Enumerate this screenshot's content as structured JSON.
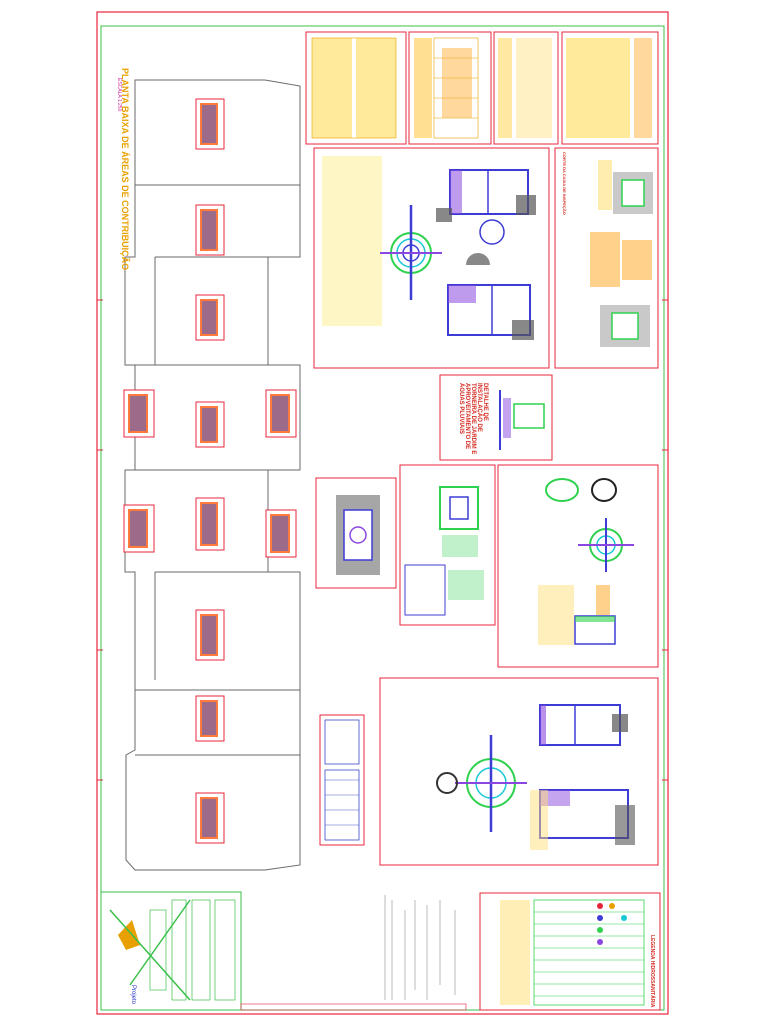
{
  "drawing": {
    "title": "PLANTA BAIXA DE ÁREAS DE CONTRIBUIÇÃO",
    "title_scale": "ESCALA 1:250",
    "detail_title": "DETALHE DE INSTALAÇÃO DE TORNEIRA DE JARDIM E APROVEITAMENTO DE ÁGUAS PLUVIAIS",
    "legend_title": "LEGENDA HIDROSSANITÁRIA",
    "corte_title": "CORTE DA CAIXA DE INSPEÇÃO",
    "colors": {
      "border": "#e8243c",
      "frame": "#39c04a",
      "building": "#6a6a6a",
      "table": "#e8243c",
      "pipe": "#3d3dd6",
      "fill_pipe": "#8a48e0",
      "accent": "#e8a000",
      "cyan": "#17c7d6",
      "green": "#2fd24f"
    },
    "icons": [
      "logo-icon",
      "manhole-icon",
      "pipe-section-icon"
    ]
  }
}
